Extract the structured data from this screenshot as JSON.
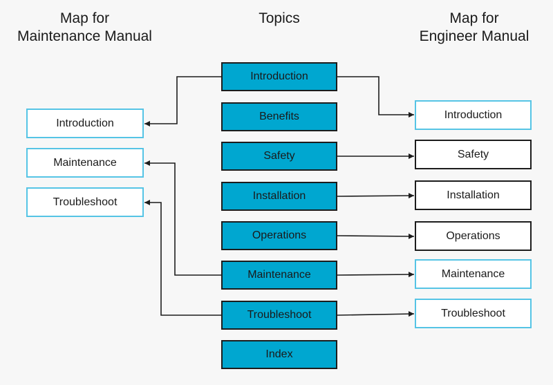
{
  "headers": {
    "left_line1": "Map for",
    "left_line2": "Maintenance Manual",
    "middle": "Topics",
    "right_line1": "Map for",
    "right_line2": "Engineer Manual"
  },
  "topics": [
    "Introduction",
    "Benefits",
    "Safety",
    "Installation",
    "Operations",
    "Maintenance",
    "Troubleshoot",
    "Index"
  ],
  "maintenance_map": [
    "Introduction",
    "Maintenance",
    "Troubleshoot"
  ],
  "engineer_map": [
    "Introduction",
    "Safety",
    "Installation",
    "Operations",
    "Maintenance",
    "Troubleshoot"
  ],
  "colors": {
    "topic_fill": "#00a7d0",
    "map_box_border_blue": "#55c4e5",
    "map_box_border_dark": "#1c1c1c",
    "connector": "#1c1c1c",
    "background": "#f7f7f7"
  }
}
